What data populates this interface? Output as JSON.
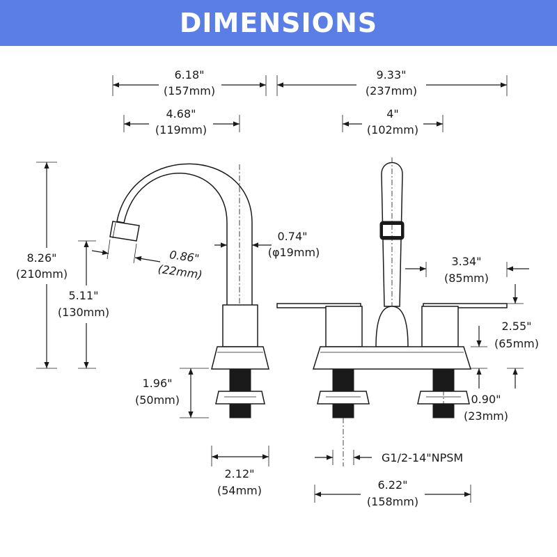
{
  "header": {
    "title": "DIMENSIONS"
  },
  "dimensions": {
    "spout_reach_overall": {
      "in": "6.18\"",
      "mm": "(157mm)"
    },
    "spout_reach": {
      "in": "4.68\"",
      "mm": "(119mm)"
    },
    "overall_width": {
      "in": "9.33\"",
      "mm": "(237mm)"
    },
    "center_spread": {
      "in": "4\"",
      "mm": "(102mm)"
    },
    "overall_height": {
      "in": "8.26\"",
      "mm": "(210mm)"
    },
    "spout_height": {
      "in": "5.11\"",
      "mm": "(130mm)"
    },
    "aerator_diameter": {
      "in": "0.86\"",
      "mm": "(22mm)"
    },
    "spout_diameter": {
      "in": "0.74\"",
      "mm": "(φ19mm)"
    },
    "handle_length": {
      "in": "3.34\"",
      "mm": "(85mm)"
    },
    "handle_height": {
      "in": "2.55\"",
      "mm": "(65mm)"
    },
    "shank_length": {
      "in": "1.96\"",
      "mm": "(50mm)"
    },
    "base_height": {
      "in": "0.90\"",
      "mm": "(23mm)"
    },
    "base_depth": {
      "in": "2.12\"",
      "mm": "(54mm)"
    },
    "thread": {
      "text": "G1/2-14\"NPSM"
    },
    "base_width": {
      "in": "6.22\"",
      "mm": "(158mm)"
    }
  },
  "colors": {
    "banner": "#5a7ee6",
    "banner_text": "#ffffff",
    "line": "#1a1a1a"
  }
}
